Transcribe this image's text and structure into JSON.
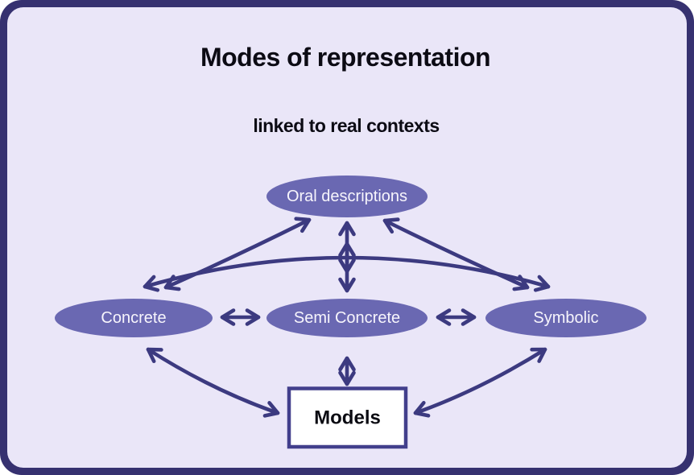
{
  "diagram": {
    "title": "Modes of representation",
    "subtitle": "linked to real contexts",
    "nodes": {
      "oral": {
        "label": "Oral descriptions",
        "shape": "ellipse"
      },
      "concrete": {
        "label": "Concrete",
        "shape": "ellipse"
      },
      "semi_concrete": {
        "label": "Semi Concrete",
        "shape": "ellipse"
      },
      "symbolic": {
        "label": "Symbolic",
        "shape": "ellipse"
      },
      "models": {
        "label": "Models",
        "shape": "rectangle"
      }
    },
    "edges": [
      {
        "from": "concrete",
        "to": "oral",
        "bidirectional": true,
        "style": "straight"
      },
      {
        "from": "symbolic",
        "to": "oral",
        "bidirectional": true,
        "style": "straight"
      },
      {
        "from": "concrete",
        "to": "symbolic",
        "bidirectional": true,
        "style": "arc-over-middle"
      },
      {
        "from": "oral",
        "to": "semi_concrete",
        "bidirectional": true,
        "style": "double-stacked-vertical"
      },
      {
        "from": "concrete",
        "to": "semi_concrete",
        "bidirectional": true,
        "style": "straight"
      },
      {
        "from": "semi_concrete",
        "to": "symbolic",
        "bidirectional": true,
        "style": "straight"
      },
      {
        "from": "semi_concrete",
        "to": "models",
        "bidirectional": true,
        "style": "straight"
      },
      {
        "from": "concrete",
        "to": "models",
        "bidirectional": true,
        "style": "arc"
      },
      {
        "from": "symbolic",
        "to": "models",
        "bidirectional": true,
        "style": "arc"
      }
    ],
    "colors": {
      "frame": "#363170",
      "panel_background": "#eae6f8",
      "node_fill": "#6a68b2",
      "node_text": "#f7f5fc",
      "arrow": "#3c3a80",
      "models_border": "#423f8c",
      "models_fill": "#ffffff",
      "heading_text": "#0c0b14"
    }
  }
}
